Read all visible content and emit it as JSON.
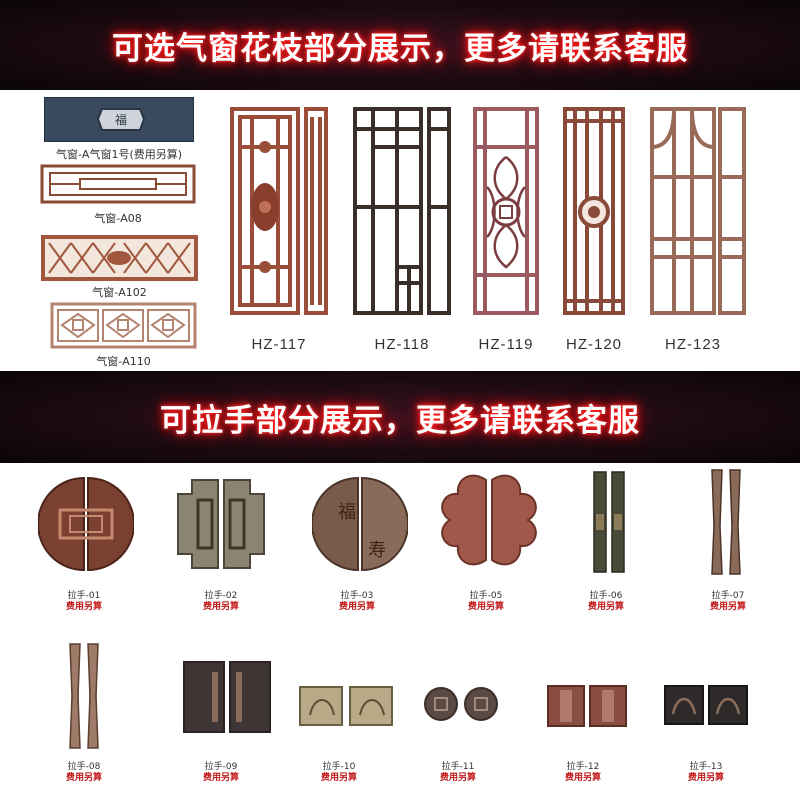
{
  "banners": {
    "top": "可选气窗花枝部分展示，更多请联系客服",
    "middle": "可拉手部分展示，更多请联系客服"
  },
  "vents": [
    {
      "label": "气窗-A气窗1号(费用另算)"
    },
    {
      "label": "气窗-A08"
    },
    {
      "label": "气窗-A102"
    },
    {
      "label": "气窗-A110"
    }
  ],
  "panels": [
    {
      "code": "HZ-117"
    },
    {
      "code": "HZ-118"
    },
    {
      "code": "HZ-119"
    },
    {
      "code": "HZ-120"
    },
    {
      "code": "HZ-123"
    }
  ],
  "handles": [
    {
      "name": "拉手-01",
      "fee": "费用另算"
    },
    {
      "name": "拉手-02",
      "fee": "费用另算"
    },
    {
      "name": "拉手-03",
      "fee": "费用另算"
    },
    {
      "name": "拉手-05",
      "fee": "费用另算"
    },
    {
      "name": "拉手-06",
      "fee": "费用另算"
    },
    {
      "name": "拉手-07",
      "fee": "费用另算"
    },
    {
      "name": "拉手-08",
      "fee": "费用另算"
    },
    {
      "name": "拉手-09",
      "fee": "费用另算"
    },
    {
      "name": "拉手-10",
      "fee": "费用另算"
    },
    {
      "name": "拉手-11",
      "fee": "费用另算"
    },
    {
      "name": "拉手-12",
      "fee": "费用另算"
    },
    {
      "name": "拉手-13",
      "fee": "费用另算"
    }
  ],
  "colors": {
    "copper": "#8a4a36",
    "dark_bronze": "#3a2e2a",
    "red_fee": "#c21a1a",
    "banner_glow": "#ff2020"
  }
}
